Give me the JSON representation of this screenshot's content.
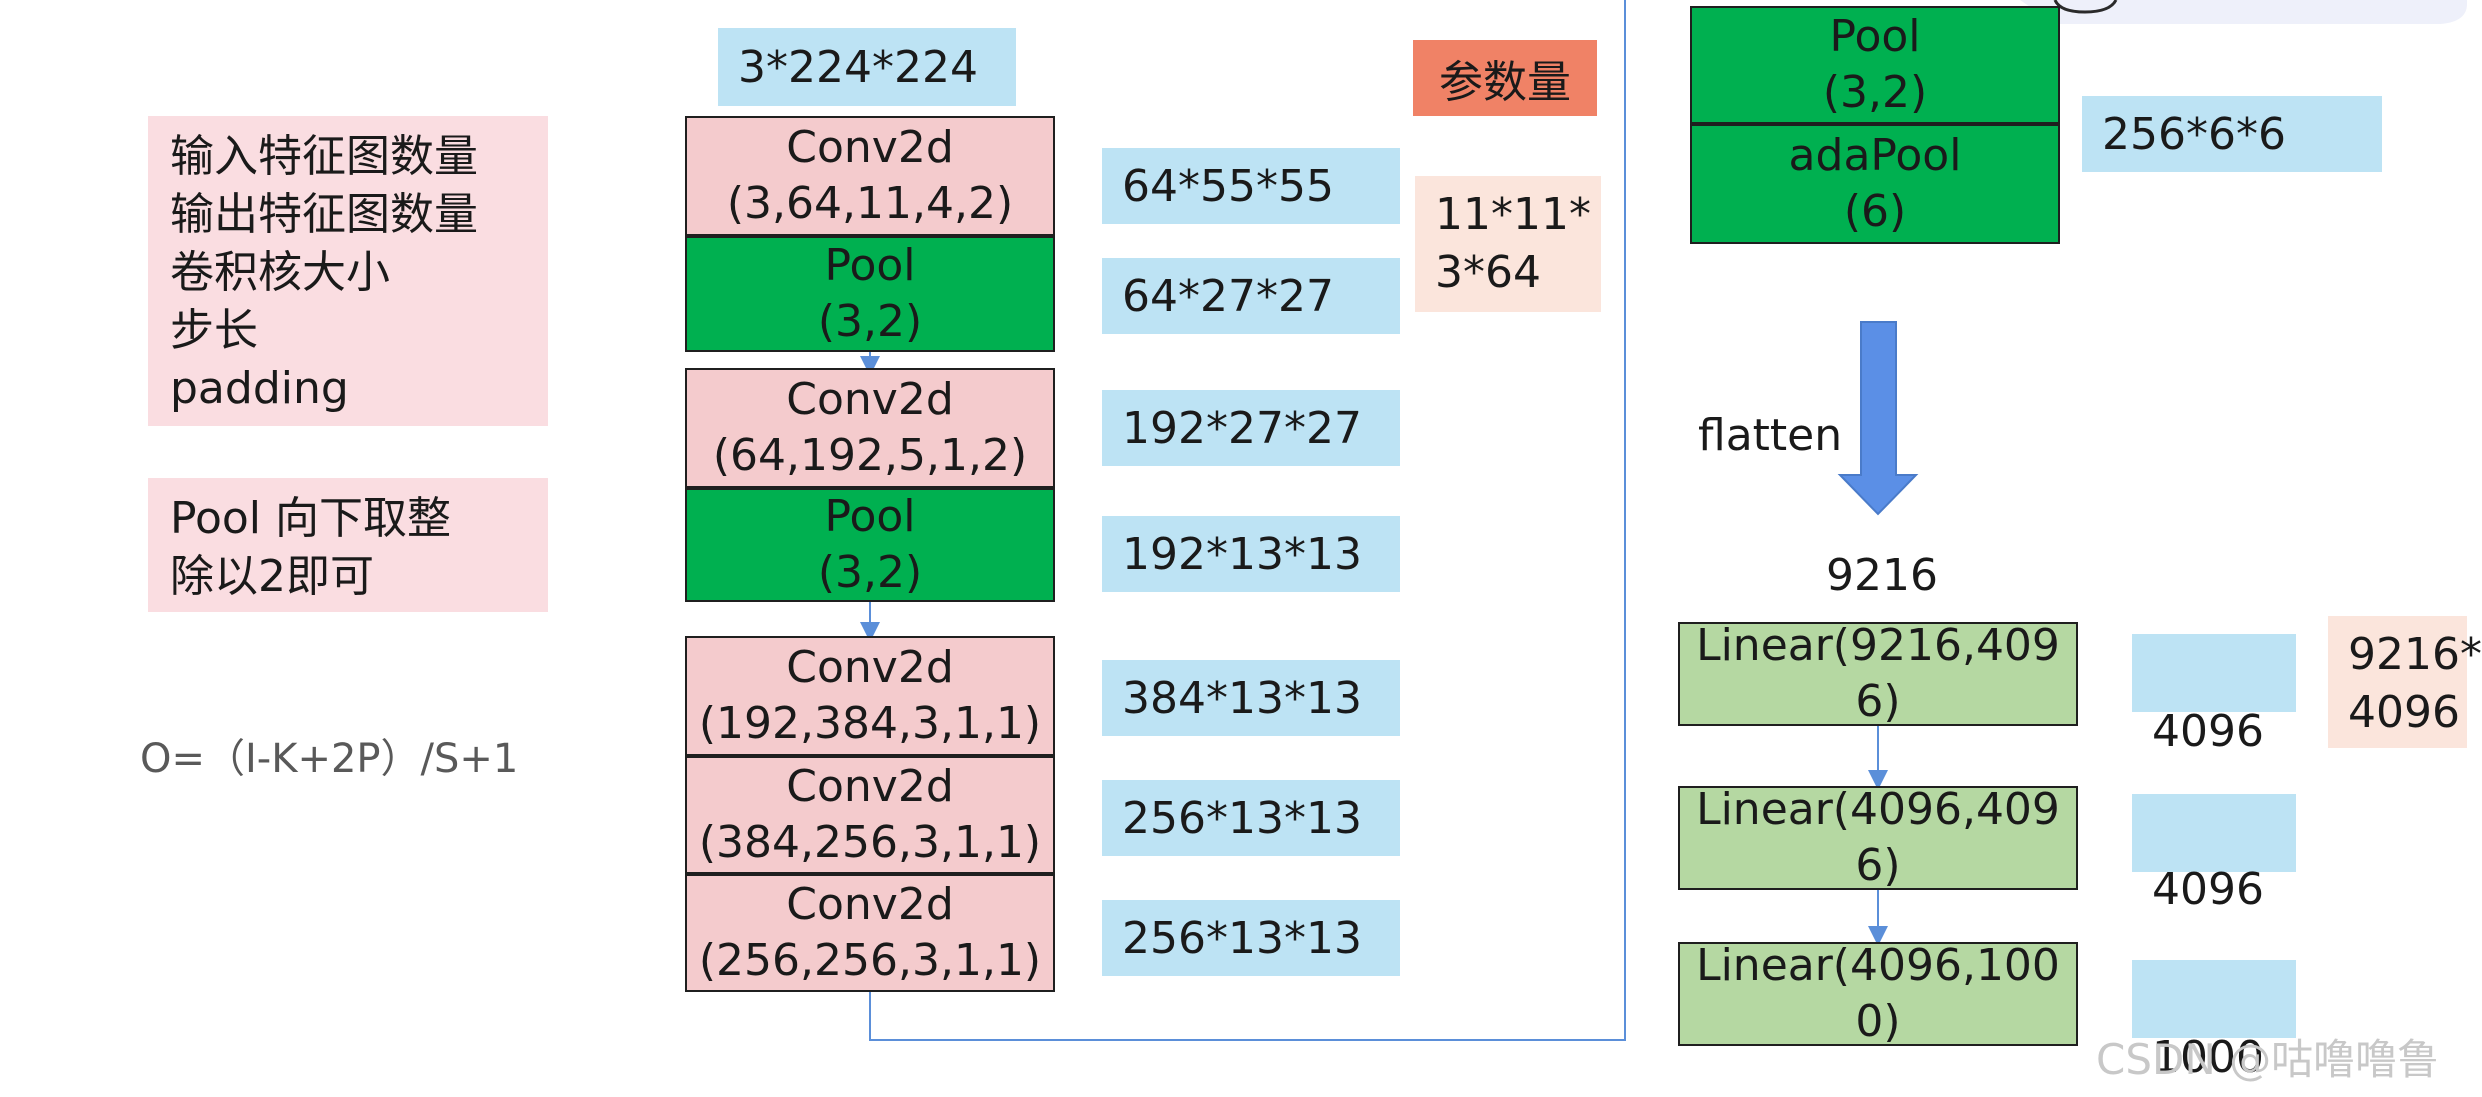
{
  "notes": {
    "conv_params": [
      "输入特征图数量",
      "输出特征图数量",
      "卷积核大小",
      "步长",
      "padding"
    ],
    "pool_rule": [
      "Pool 向下取整",
      "除以2即可"
    ],
    "formula": "O=（I-K+2P）/S+1"
  },
  "input_shape": "3*224*224",
  "param_header": "参数量",
  "conv1_params": [
    "11*11*",
    "3*64"
  ],
  "layers": [
    {
      "type": "conv",
      "name": "Conv2d",
      "args": "(3,64,11,4,2)",
      "output": "64*55*55"
    },
    {
      "type": "pool",
      "name": "Pool",
      "args": "(3,2)",
      "output": "64*27*27"
    },
    {
      "type": "conv",
      "name": "Conv2d",
      "args": "(64,192,5,1,2)",
      "output": "192*27*27"
    },
    {
      "type": "pool",
      "name": "Pool",
      "args": "(3,2)",
      "output": "192*13*13"
    },
    {
      "type": "conv",
      "name": "Conv2d",
      "args": "(192,384,3,1,1)",
      "output": "384*13*13"
    },
    {
      "type": "conv",
      "name": "Conv2d",
      "args": "(384,256,3,1,1)",
      "output": "256*13*13"
    },
    {
      "type": "conv",
      "name": "Conv2d",
      "args": "(256,256,3,1,1)",
      "output": "256*13*13"
    }
  ],
  "right_stage": {
    "pool": {
      "name": "Pool",
      "args": "(3,2)"
    },
    "adapool": {
      "name": "adaPool",
      "args": "(6)"
    },
    "output": "256*6*6",
    "flatten_label": "flatten",
    "flatten_size": "9216"
  },
  "linear_layers": [
    {
      "label": "Linear(9216,4096)",
      "output": "4096"
    },
    {
      "label": "Linear(4096,4096)",
      "output": "4096"
    },
    {
      "label": "Linear(4096,1000)",
      "output": "1000"
    }
  ],
  "fc1_params": [
    "9216*",
    "4096"
  ],
  "watermark": "CSDN @咕噜噜鲁",
  "colors": {
    "conv": "#f4cbcd",
    "pool": "#00b050",
    "linear": "#b5d8a2",
    "shape": "#bde3f4",
    "param_header": "#f08266",
    "param": "#fbe5dc",
    "note": "#fadde1",
    "connector": "#5b8fd9",
    "arrow": "#5b8fe6"
  }
}
